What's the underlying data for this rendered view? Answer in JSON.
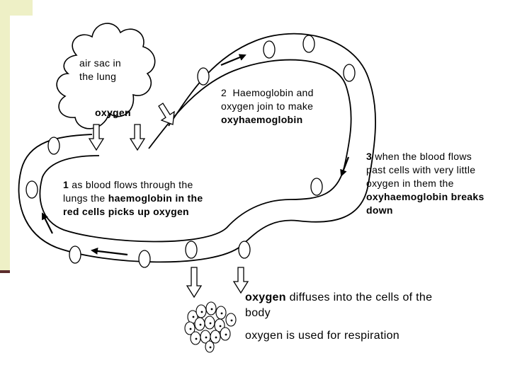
{
  "labels": {
    "air_sac_line1": "air sac in",
    "air_sac_line2": "the lung",
    "oxygen": "oxygen",
    "step2_num": "2",
    "step2_line1": "Haemoglobin and",
    "step2_line2": "oxygen join to make",
    "step2_term": "oxyhaemoglobin",
    "step1_num": "1",
    "step1_line1": "as blood flows through the",
    "step1_line2a": "lungs the ",
    "step1_line2b": "haemoglobin in the",
    "step1_line3": "red cells picks up oxygen",
    "step3_num": "3",
    "step3_line1": "when the blood flows",
    "step3_line2": "past cells with very little",
    "step3_line3": "oxygen in them the",
    "step3_term": "oxyhaemoglobin breaks",
    "step3_line5": "down",
    "diffuse_term": "oxygen",
    "diffuse_line1": "diffuses into the cells of the",
    "diffuse_line2": "body",
    "respiration": "oxygen is used for respiration"
  },
  "colors": {
    "slide_bar": "#eef0c6",
    "slide_rule": "#5c2d2d",
    "ink": "#000000"
  }
}
